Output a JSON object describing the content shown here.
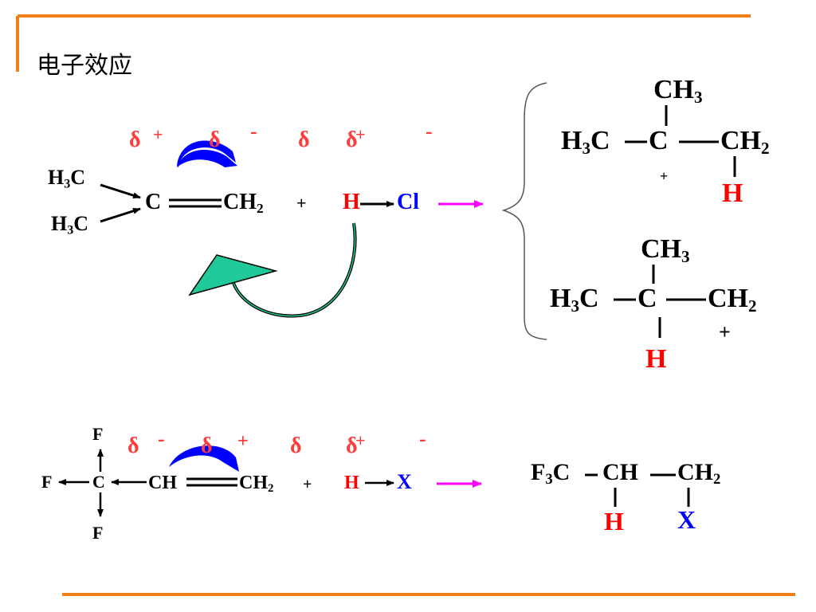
{
  "slide": {
    "title": "电子效应",
    "accent_color": "#f07f1a"
  },
  "reaction1": {
    "deltas": [
      "δ",
      "+",
      "δ",
      "-",
      "δ",
      "δ",
      "+",
      "-"
    ],
    "substituent_top": "H",
    "substituent_top_sub": "3",
    "substituent_top_tail": "C",
    "substituent_bottom": "H",
    "substituent_bottom_sub": "3",
    "substituent_bottom_tail": "C",
    "carbon": "C",
    "terminal": "CH",
    "terminal_sub": "2",
    "plus": "+",
    "reagent_h": "H",
    "reagent_x": "Cl",
    "product_a": {
      "top": "CH",
      "top_sub": "3",
      "left": "H",
      "left_sub": "3",
      "left_tail": "C",
      "center": "C",
      "right": "CH",
      "right_sub": "2",
      "charge": "+",
      "bottom": "H"
    },
    "product_b": {
      "top": "CH",
      "top_sub": "3",
      "left": "H",
      "left_sub": "3",
      "left_tail": "C",
      "center": "C",
      "right": "CH",
      "right_sub": "2",
      "charge": "+",
      "bottom": "H"
    }
  },
  "reaction2": {
    "deltas": [
      "δ",
      "-",
      "δ",
      "+",
      "δ",
      "δ",
      "+",
      "-"
    ],
    "f_top": "F",
    "f_left": "F",
    "f_bottom": "F",
    "carbon": "C",
    "ch": "CH",
    "terminal": "CH",
    "terminal_sub": "2",
    "plus": "+",
    "reagent_h": "H",
    "reagent_x": "X",
    "product": {
      "left": "F",
      "left_sub": "3",
      "left_tail": "C",
      "middle": "CH",
      "right": "CH",
      "right_sub": "2",
      "bottom_h": "H",
      "bottom_x": "X"
    }
  },
  "colors": {
    "electron_arrow": "#0000ff",
    "arrowhead_green": "#1fc999",
    "reaction_arrow": "#ff00ff",
    "delta": "#ff3b3b",
    "hydrogen": "#ff0000",
    "halogen": "#0000ff"
  }
}
